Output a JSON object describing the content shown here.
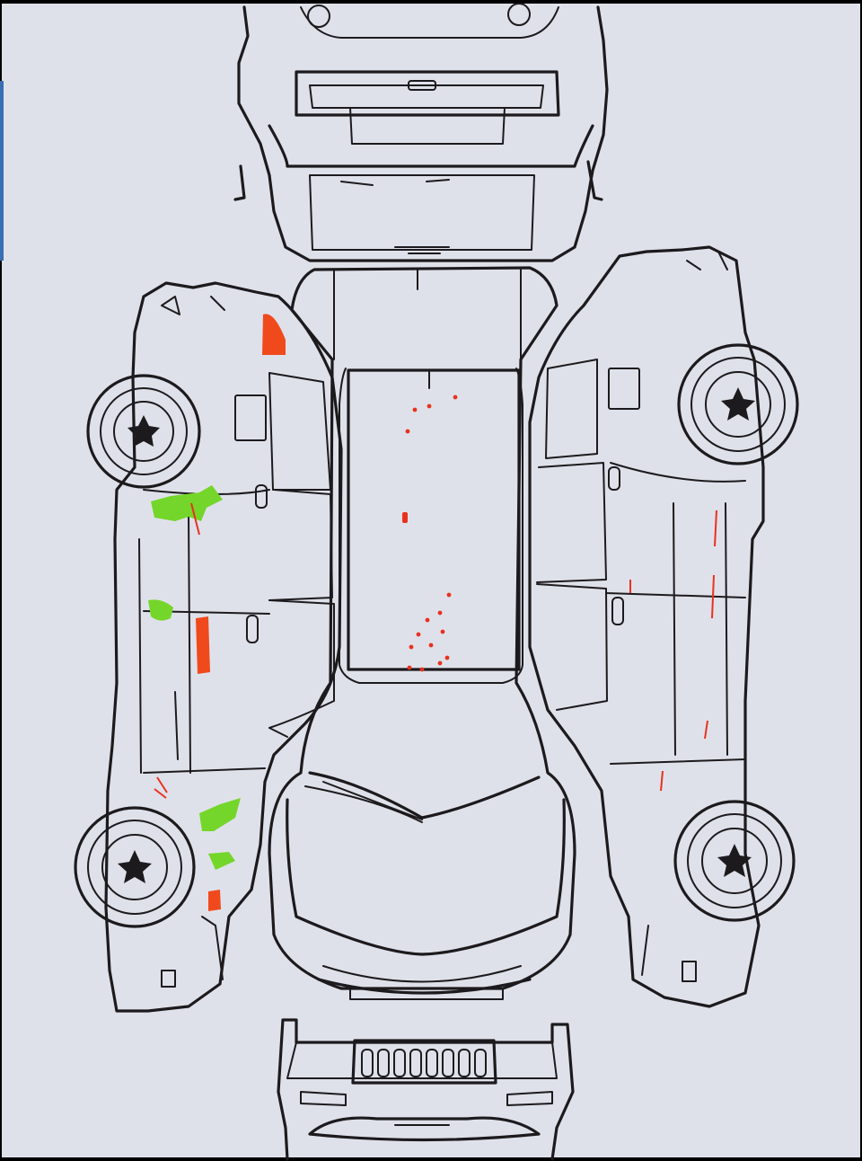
{
  "diagram": {
    "views": [
      "rear-view",
      "left-side-view",
      "top-view",
      "right-side-view",
      "front-view"
    ],
    "mark_types": {
      "red": "scratch-or-chip",
      "orange": "paint-damage-area",
      "green": "dent-area"
    }
  },
  "colors": {
    "background": "#dfe1ea",
    "outline": "#1d1a1d",
    "red_mark": "#e8321e",
    "orange_mark": "#f04a1c",
    "green_mark": "#74d62a"
  },
  "damage_marks": {
    "roof_dots": 14,
    "left_side_green": 5,
    "left_side_orange": 3,
    "right_side_red_lines": 5
  }
}
